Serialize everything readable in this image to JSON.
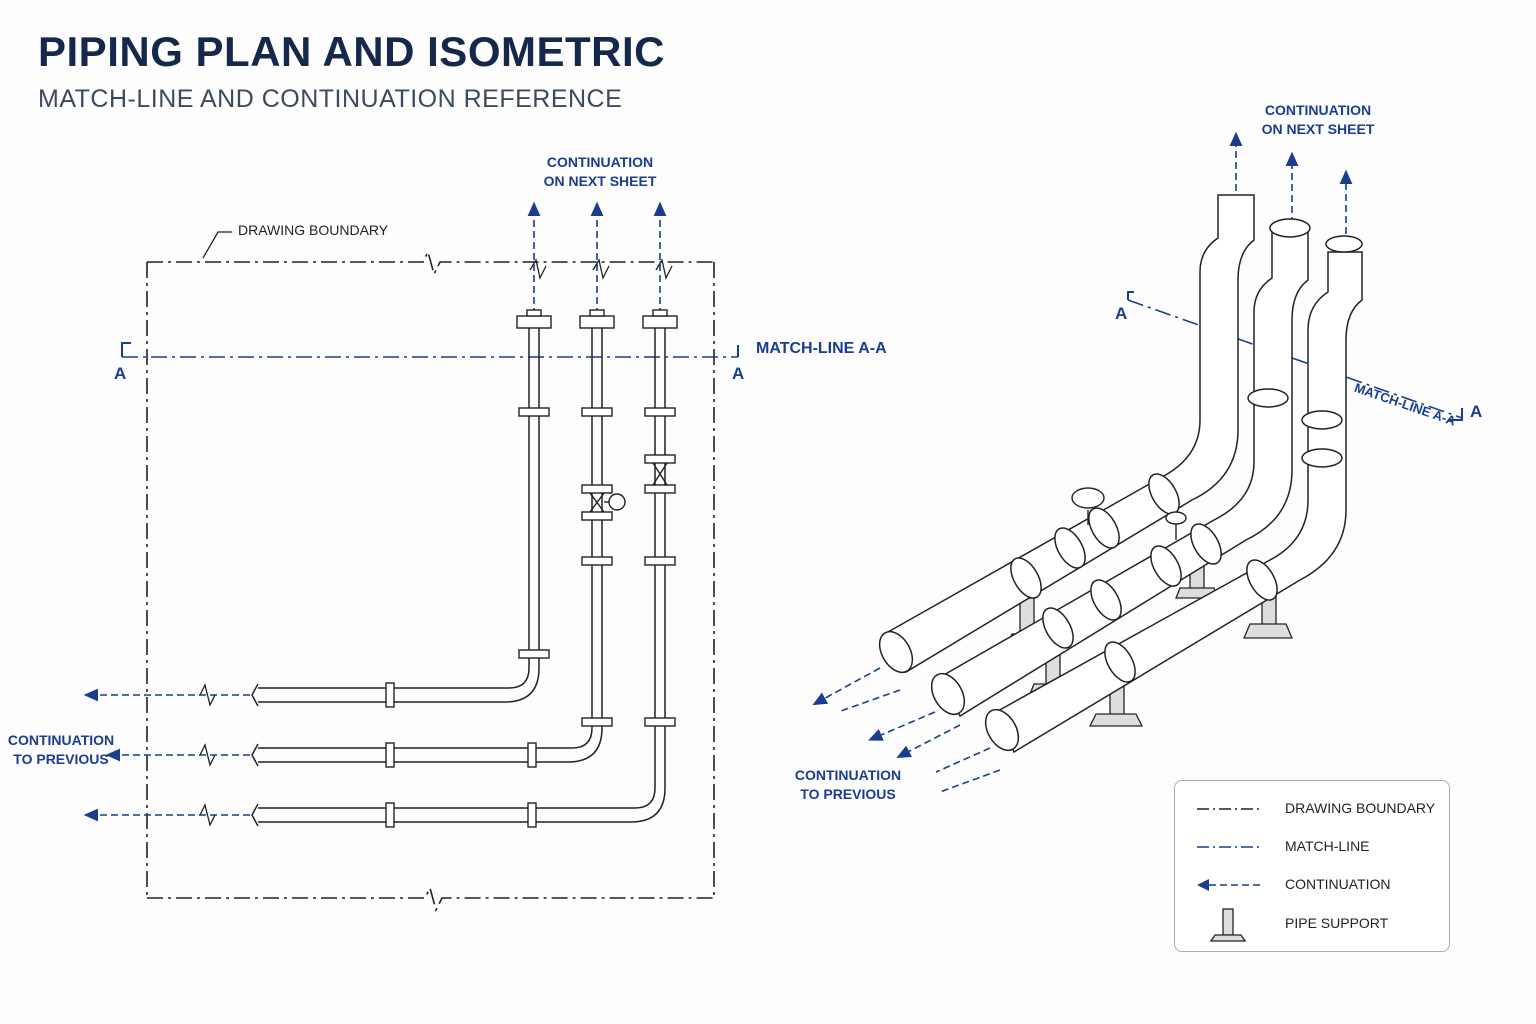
{
  "header": {
    "title": "PIPING PLAN AND ISOMETRIC",
    "subtitle": "MATCH-LINE AND CONTINUATION REFERENCE"
  },
  "plan": {
    "boundary_label": "DRAWING BOUNDARY",
    "continuation_next": [
      "CONTINUATION",
      "ON NEXT SHEET"
    ],
    "continuation_previous": [
      "CONTINUATION",
      "TO PREVIOUS"
    ],
    "match_line_label": "MATCH-LINE A-A",
    "section_mark": "A"
  },
  "isometric": {
    "continuation_next": [
      "CONTINUATION",
      "ON NEXT SHEET"
    ],
    "continuation_previous": [
      "CONTINUATION",
      "TO PREVIOUS"
    ],
    "match_line_label": "MATCH-LINE A-A",
    "section_mark": "A"
  },
  "legend": {
    "items": [
      {
        "symbol": "dash-dot-line",
        "label": "DRAWING BOUNDARY"
      },
      {
        "symbol": "blue-dash-dot-line",
        "label": "MATCH-LINE"
      },
      {
        "symbol": "continuation-arrow",
        "label": "CONTINUATION"
      },
      {
        "symbol": "pipe-support-icon",
        "label": "PIPE SUPPORT"
      }
    ]
  },
  "colors": {
    "accent": "#1a3d8f",
    "title": "#15284b",
    "line": "#222222"
  }
}
